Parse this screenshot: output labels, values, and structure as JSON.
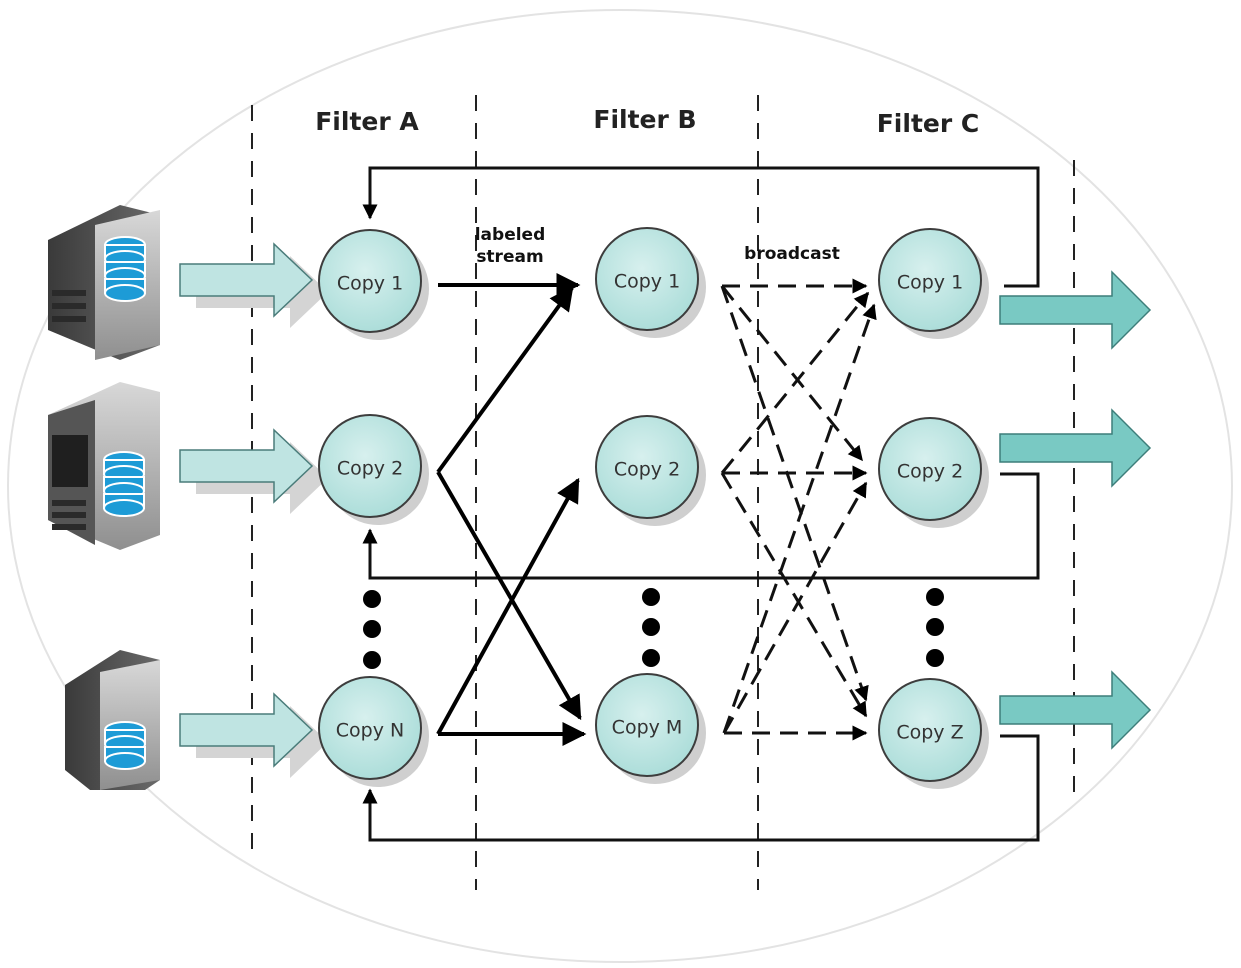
{
  "columns": [
    {
      "id": "a",
      "title": "Filter A"
    },
    {
      "id": "b",
      "title": "Filter B"
    },
    {
      "id": "c",
      "title": "Filter C"
    }
  ],
  "nodes": {
    "a1": "Copy 1",
    "a2": "Copy 2",
    "aN": "Copy N",
    "b1": "Copy 1",
    "b2": "Copy 2",
    "bM": "Copy M",
    "c1": "Copy 1",
    "c2": "Copy 2",
    "cZ": "Copy Z"
  },
  "edge_labels": {
    "labeled_stream": [
      "labeled",
      "stream"
    ],
    "broadcast": "broadcast"
  },
  "colors": {
    "node_fill": "#bfe6e4",
    "arrow_fill": "#bfe4e2",
    "arrow_fill_dark": "#79c9c3",
    "db_blue": "#1d9bd6"
  },
  "icons": [
    "database-server-icon"
  ]
}
